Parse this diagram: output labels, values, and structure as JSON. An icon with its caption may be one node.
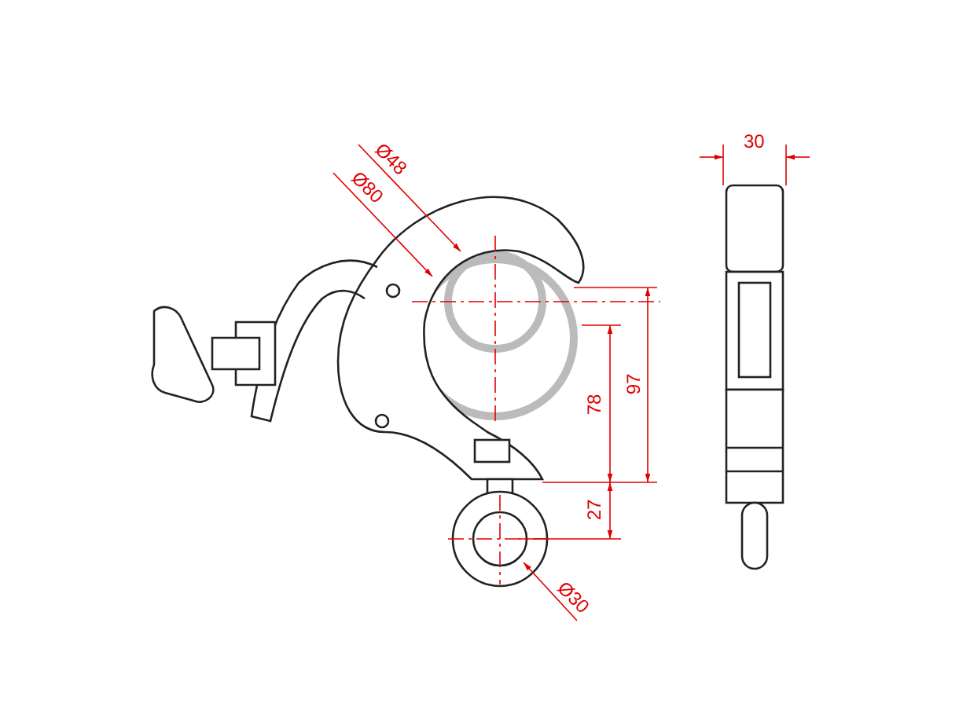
{
  "diagram": {
    "labels": [
      "Ø48",
      "Ø80",
      "30",
      "97",
      "78",
      "27",
      "Ø30"
    ]
  }
}
